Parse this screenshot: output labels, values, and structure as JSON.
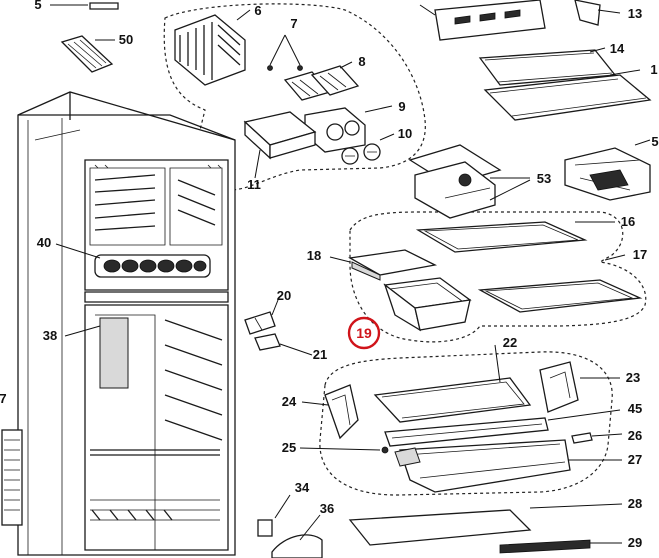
{
  "callouts": [
    "5",
    "6",
    "7",
    "8",
    "9",
    "10",
    "11",
    "13",
    "14",
    "16",
    "17",
    "18",
    "19",
    "20",
    "21",
    "22",
    "23",
    "24",
    "25",
    "26",
    "27",
    "28",
    "29",
    "34",
    "36",
    "38",
    "40",
    "45",
    "50",
    "53"
  ],
  "edge_labels": {
    "left": "7",
    "right_top": "13",
    "right_14b": "1",
    "right_mid": "5"
  },
  "highlight": {
    "label": "19",
    "color": "#d0141a"
  }
}
